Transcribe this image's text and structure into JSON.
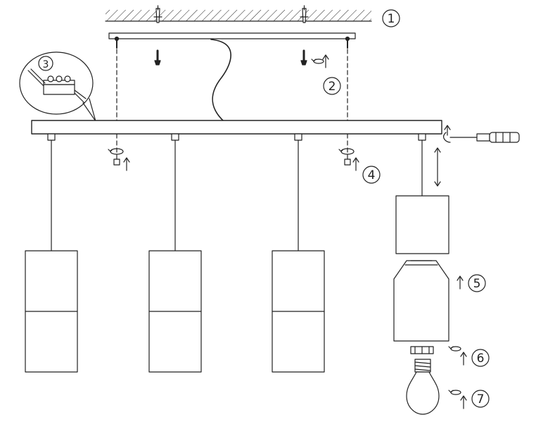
{
  "steps": [
    {
      "number": "1"
    },
    {
      "number": "2"
    },
    {
      "number": "3"
    },
    {
      "number": "4"
    },
    {
      "number": "5"
    },
    {
      "number": "6"
    },
    {
      "number": "7"
    }
  ],
  "colors": {
    "line": "#222222",
    "background": "#ffffff"
  }
}
